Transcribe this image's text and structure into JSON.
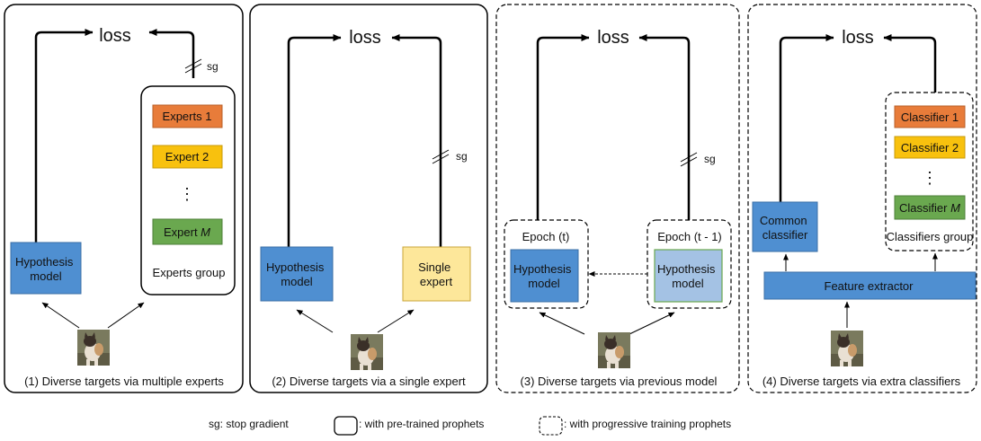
{
  "colors": {
    "blue": "#4f8fd1",
    "light_blue": "#a4c2e4",
    "orange": "#e87c3a",
    "yellow": "#f8c10e",
    "pale_yellow": "#fde79a",
    "green": "#6aa84f",
    "line": "#000000"
  },
  "common": {
    "loss": "loss",
    "sg": "sg",
    "dots": "⋮",
    "image_icon": "cat-photo"
  },
  "panel1": {
    "hypothesis": [
      "Hypothesis",
      "model"
    ],
    "experts": [
      "Experts 1",
      "Expert 2",
      "Expert "
    ],
    "expert_m": "M",
    "group_label": "Experts group",
    "caption": "(1) Diverse targets via multiple experts"
  },
  "panel2": {
    "hypothesis": [
      "Hypothesis",
      "model"
    ],
    "single": [
      "Single",
      "expert"
    ],
    "caption": "(2) Diverse targets via a single expert"
  },
  "panel3": {
    "epoch_t": "Epoch (t)",
    "epoch_t1": "Epoch (t - 1)",
    "hypothesis": [
      "Hypothesis",
      "model"
    ],
    "caption": "(3) Diverse targets via previous model"
  },
  "panel4": {
    "common": [
      "Common",
      "classifier"
    ],
    "classifiers": [
      "Classifier 1",
      "Classifier 2",
      "Classifier "
    ],
    "classifier_m": "M",
    "group_label": "Classifiers group",
    "feature": "Feature extractor",
    "caption": "(4) Diverse targets via extra classifiers"
  },
  "legend": {
    "sg": "sg: stop gradient",
    "solid": ": with pre-trained prophets",
    "dashed": ": with progressive training prophets"
  }
}
